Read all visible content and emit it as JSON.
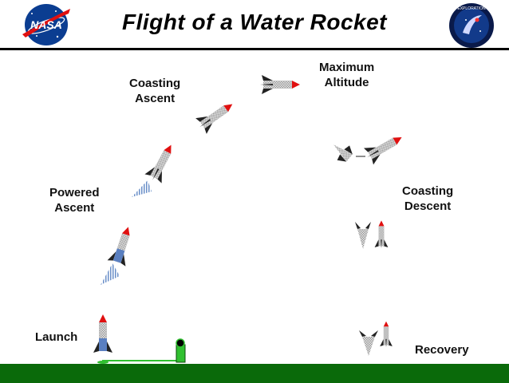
{
  "header": {
    "title": "Flight of a Water Rocket",
    "left_logo_text": "NASA",
    "right_logo_text": "EXPLORATION"
  },
  "stages": {
    "launch": "Launch",
    "powered_ascent": [
      "Powered",
      "Ascent"
    ],
    "coasting_ascent": [
      "Coasting",
      "Ascent"
    ],
    "maximum_altitude": [
      "Maximum",
      "Altitude"
    ],
    "coasting_descent": [
      "Coasting",
      "Descent"
    ],
    "recovery": "Recovery"
  },
  "colors": {
    "ground": "#0a6a0a",
    "nose": "#e01010",
    "body": "#c8c8c8",
    "fin": "#222222",
    "water": "#7090c0",
    "nasa_blue": "#0b3d91",
    "launcher": "#30c030"
  }
}
